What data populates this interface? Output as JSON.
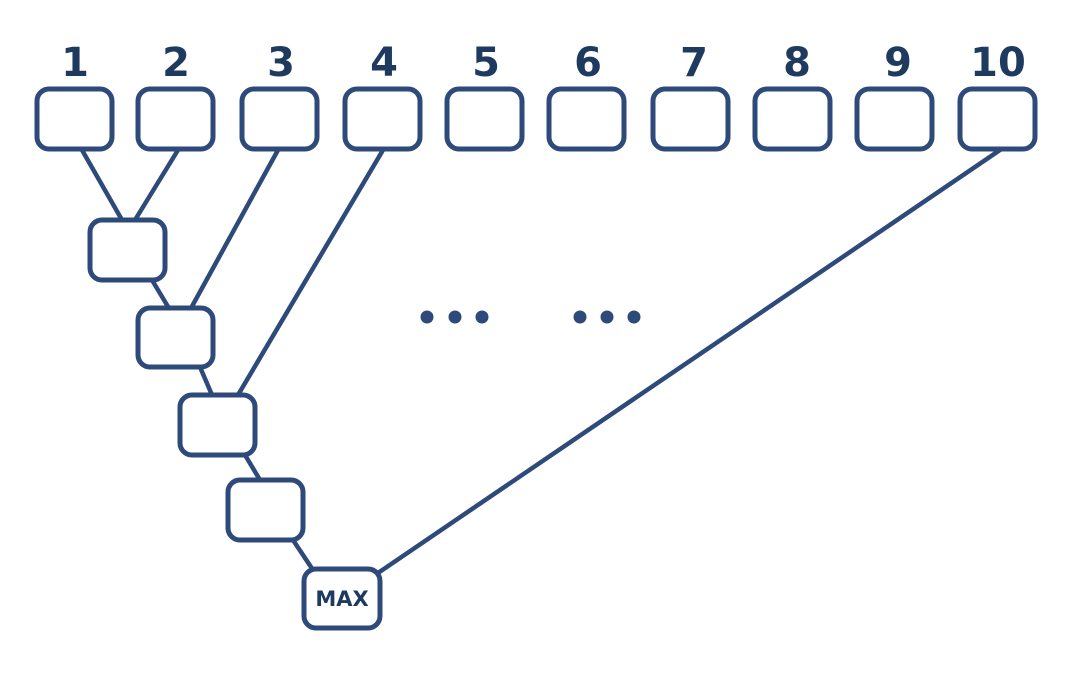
{
  "diagram": {
    "top_labels": [
      "1",
      "2",
      "3",
      "4",
      "5",
      "6",
      "7",
      "8",
      "9",
      "10"
    ],
    "result_label": "MAX",
    "ellipses": [
      "•••",
      "•••"
    ],
    "colors": {
      "stroke": "#2e4a7a",
      "label": "#1f3a5f",
      "background": "#ffffff"
    }
  }
}
